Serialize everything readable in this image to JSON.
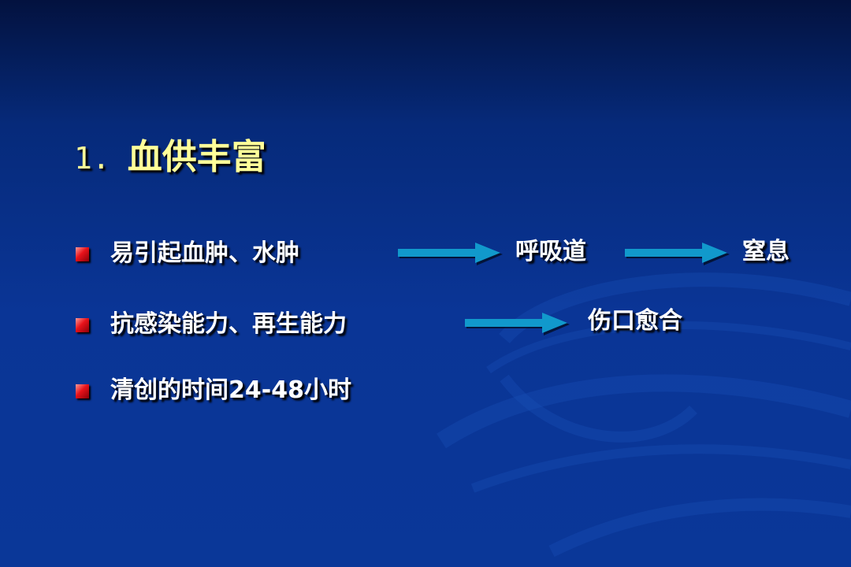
{
  "title": {
    "number": "1.",
    "text": "血供丰富"
  },
  "bullets": [
    {
      "text": "易引起血肿、水肿"
    },
    {
      "text": "抗感染能力、再生能力"
    },
    {
      "text": "清创的时间24-48小时"
    }
  ],
  "flow": {
    "row1_step1": "呼吸道",
    "row1_step2": "窒息",
    "row2_step1": "伤口愈合"
  },
  "colors": {
    "title": "#ffff99",
    "text": "#ffffff",
    "arrow": "#1199cc",
    "bullet": "#e8121a",
    "background": "#0a3596"
  }
}
